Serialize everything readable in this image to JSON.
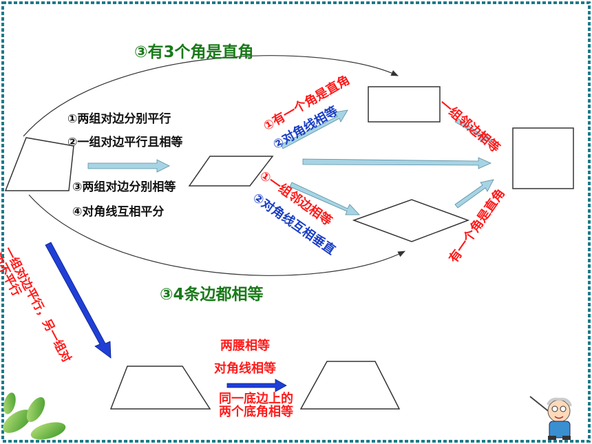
{
  "colors": {
    "border": "#1a7a8a",
    "green_text": "#1a7a1a",
    "red_text": "#ff1a1a",
    "blue_text": "#1a3fc4",
    "arrow_fill": "#a6d4e4",
    "blue_arrow": "#1f3fd6"
  },
  "labels": {
    "top_arc": "③有3个角是直角",
    "bottom_arc": "③4条边都相等",
    "to_parallelogram": [
      "①两组对边分别平行",
      "②一组对边平行且相等",
      "③两组对边分别相等",
      "④对角线互相平分"
    ],
    "to_rectangle_red": "①有一个角是直角",
    "to_rectangle_blue": "②对角线相等",
    "to_rhombus_red": "①一组邻边相等",
    "to_rhombus_blue": "②对角线互相垂直",
    "rect_to_square": "一组邻边相等",
    "rhombus_to_square": "有一个角是直角",
    "to_trapezoid": "一组对边平行，另一组对边不平行",
    "isosceles_conditions": [
      "两腰相等",
      "对角线相等",
      "同一底边上的两个底角相等"
    ]
  },
  "icons": {
    "leaves": "green-leaves-icon",
    "teacher": "teacher-cartoon-icon"
  }
}
